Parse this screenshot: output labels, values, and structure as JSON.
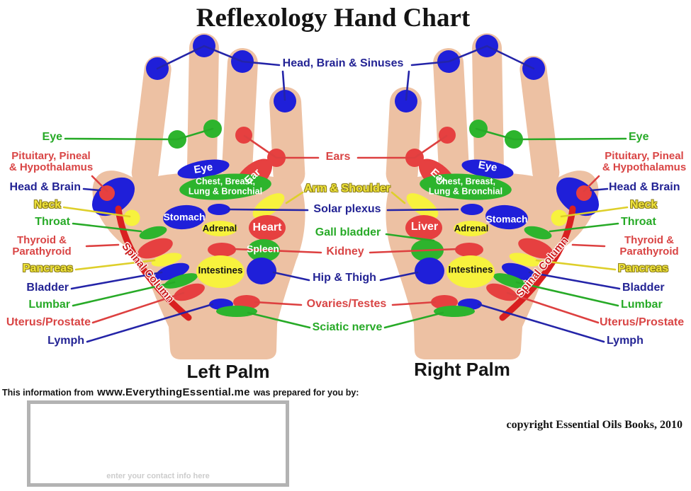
{
  "title": "Reflexology Hand Chart",
  "left_labels": [
    "Eye",
    "Pituitary, Pineal\n& Hypothalamus",
    "Head & Brain",
    "Neck",
    "Throat",
    "Thyroid &\nParathyroid",
    "Pancreas",
    "Bladder",
    "Lumbar",
    "Uterus/Prostate",
    "Lymph"
  ],
  "right_labels": [
    "Eye",
    "Pituitary, Pineal\n& Hypothalamus",
    "Head & Brain",
    "Neck",
    "Throat",
    "Thyroid &\nParathyroid",
    "Pancreas",
    "Bladder",
    "Lumbar",
    "Uterus/Prostate",
    "Lymph"
  ],
  "center_labels": [
    "Head, Brain & Sinuses",
    "Ears",
    "Arm & Shoulder",
    "Solar plexus",
    "Gall bladder",
    "Kidney",
    "Hip & Thigh",
    "Ovaries/Testes",
    "Sciatic nerve"
  ],
  "zones": {
    "eye": "Eye",
    "ear": "Ear",
    "chest": "Chest, Breast,\nLung & Bronchial",
    "stomach": "Stomach",
    "adrenal": "Adrenal",
    "heart": "Heart",
    "spleen": "Spleen",
    "liver": "Liver",
    "intestines": "Intestines",
    "spinal_column": "Spinal Column"
  },
  "captions": {
    "left": "Left Palm",
    "right": "Right Palm"
  },
  "footer": {
    "info_prefix": "This information from",
    "info_url": "www.EverythingEssential.me",
    "info_suffix": "was prepared for you by:",
    "contact_placeholder": "enter your contact info here",
    "copyright": "copyright Essential Oils Books, 2010"
  },
  "colors": {
    "zone_blue": "#1f1fd9",
    "zone_red": "#e64040",
    "zone_green": "#2db42d",
    "zone_yellow": "#f7f23d",
    "label_blue": "#232394",
    "label_red": "#d94545",
    "label_green": "#27aa27",
    "label_yellow": "#f0e43a",
    "skin": "#edc1a3",
    "spinal_band": "#d92020"
  }
}
